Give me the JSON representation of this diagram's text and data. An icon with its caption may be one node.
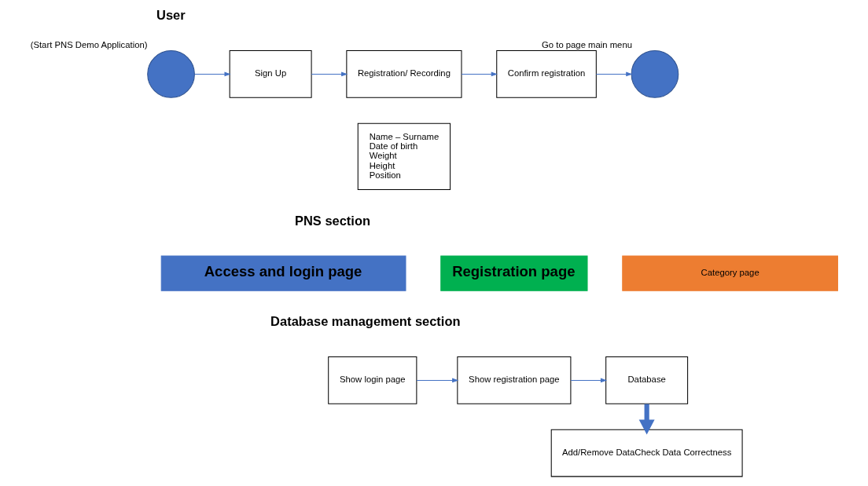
{
  "diagram": {
    "nodes": [
      {
        "text": [],
        "shape": "circle",
        "beside": [
          "(Start PNS Demo Application)"
        ]
      },
      {
        "text": [
          "Sign Up"
        ]
      },
      {
        "text": [
          "Registration/ Recording"
        ]
      },
      {
        "text": [
          "Name – Surname",
          "Date of birth",
          "Weight",
          "Height",
          "Position"
        ]
      },
      {
        "text": [
          "Confirm registration"
        ]
      },
      {
        "text": [],
        "shape": "circle",
        "beside": [
          "Go to page main menu"
        ]
      },
      {
        "text": [
          "Access and login page"
        ]
      },
      {
        "text": [
          "Registration page"
        ]
      },
      {
        "text": [
          "Category page"
        ]
      },
      {
        "text": [
          "Show login page"
        ]
      },
      {
        "text": [
          "Show registration page"
        ]
      },
      {
        "text": [
          "Database"
        ]
      },
      {
        "text": [
          "Add/Remove DataCheck Data Correctness"
        ]
      }
    ],
    "edges": [
      {
        "from": 0,
        "to": 1,
        "arrow": "to"
      },
      {
        "from": 1,
        "to": 2,
        "arrow": "to"
      },
      {
        "from": 2,
        "to": 4,
        "arrow": "to"
      },
      {
        "from": 4,
        "to": 5,
        "arrow": "to"
      },
      {
        "from": 9,
        "to": 10,
        "arrow": "to"
      },
      {
        "from": 10,
        "to": 11,
        "arrow": "to"
      },
      {
        "from": 11,
        "to": 12,
        "arrow": "to",
        "style": "thick"
      }
    ],
    "labels": [
      "User",
      "PNS section",
      "Database management section"
    ]
  }
}
